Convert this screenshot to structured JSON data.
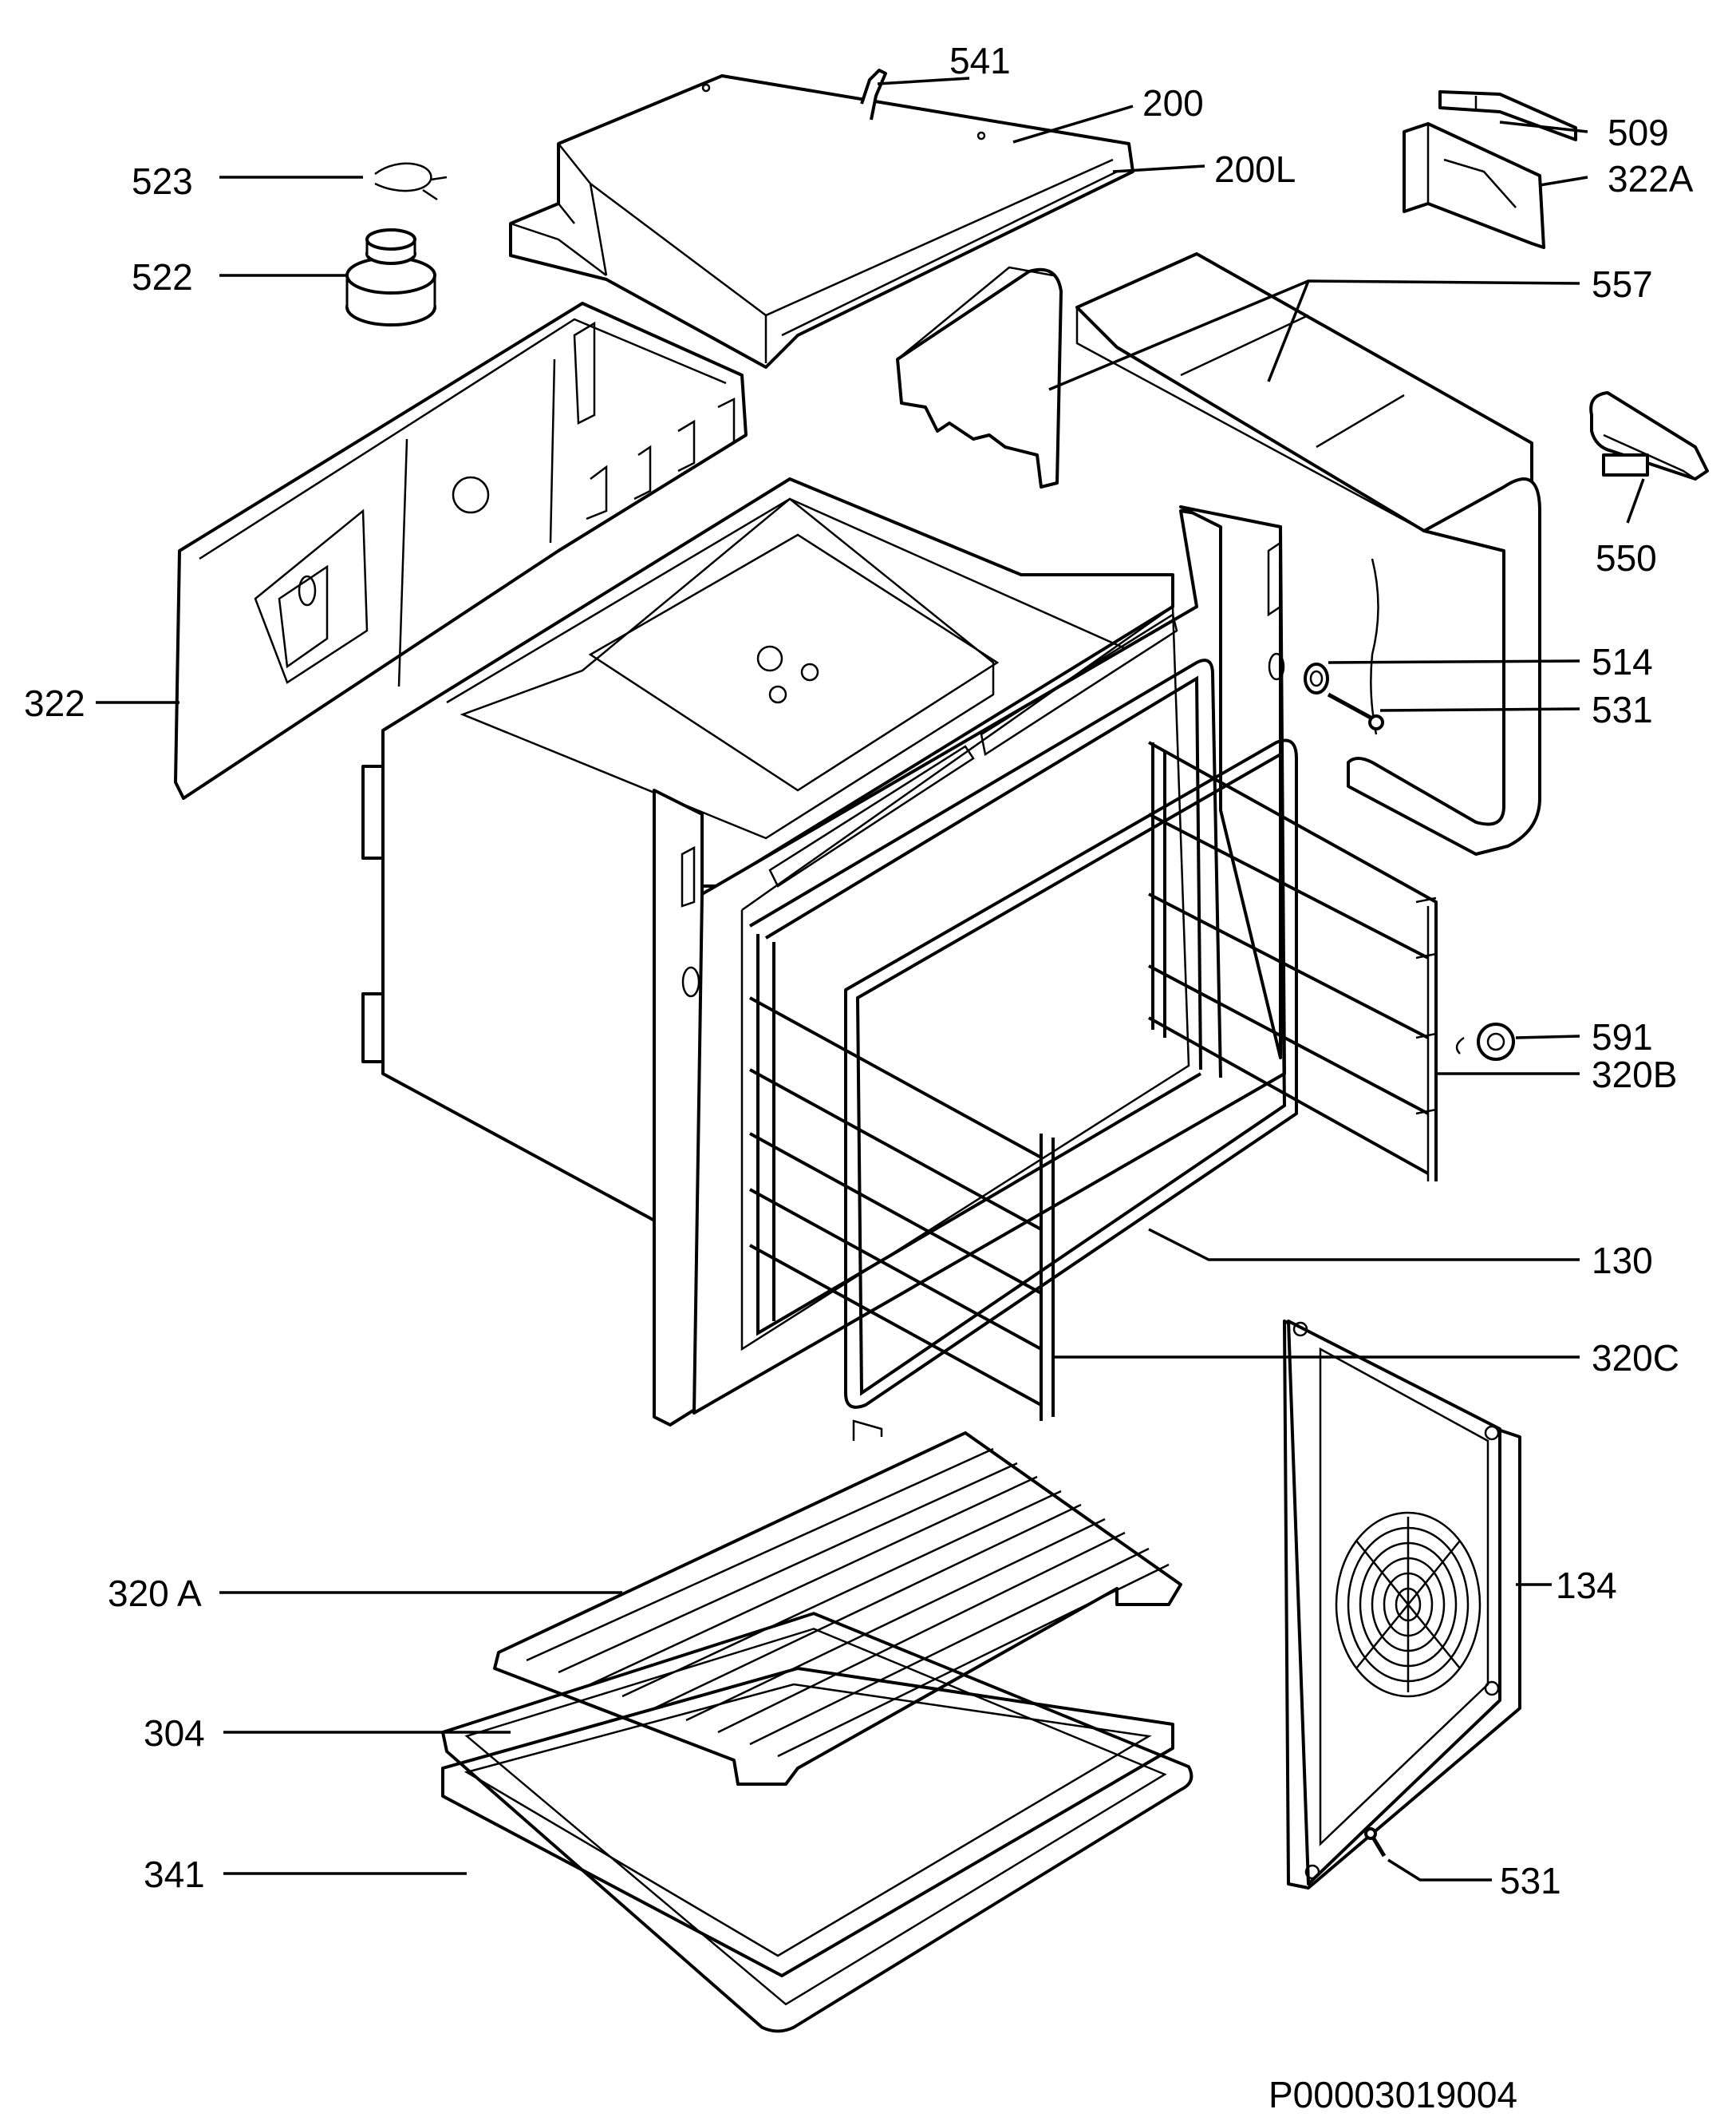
{
  "diagram": {
    "reference_code": "P00003019004",
    "labels": {
      "l541": "541",
      "l200": "200",
      "l200L": "200L",
      "l509": "509",
      "l322A": "322A",
      "l523": "523",
      "l522": "522",
      "l557": "557",
      "l550": "550",
      "l322": "322",
      "l514": "514",
      "l531a": "531",
      "l591": "591",
      "l320B": "320B",
      "l130": "130",
      "l320C": "320C",
      "l320A": "320 A",
      "l134": "134",
      "l304": "304",
      "l341": "341",
      "l531b": "531"
    }
  }
}
